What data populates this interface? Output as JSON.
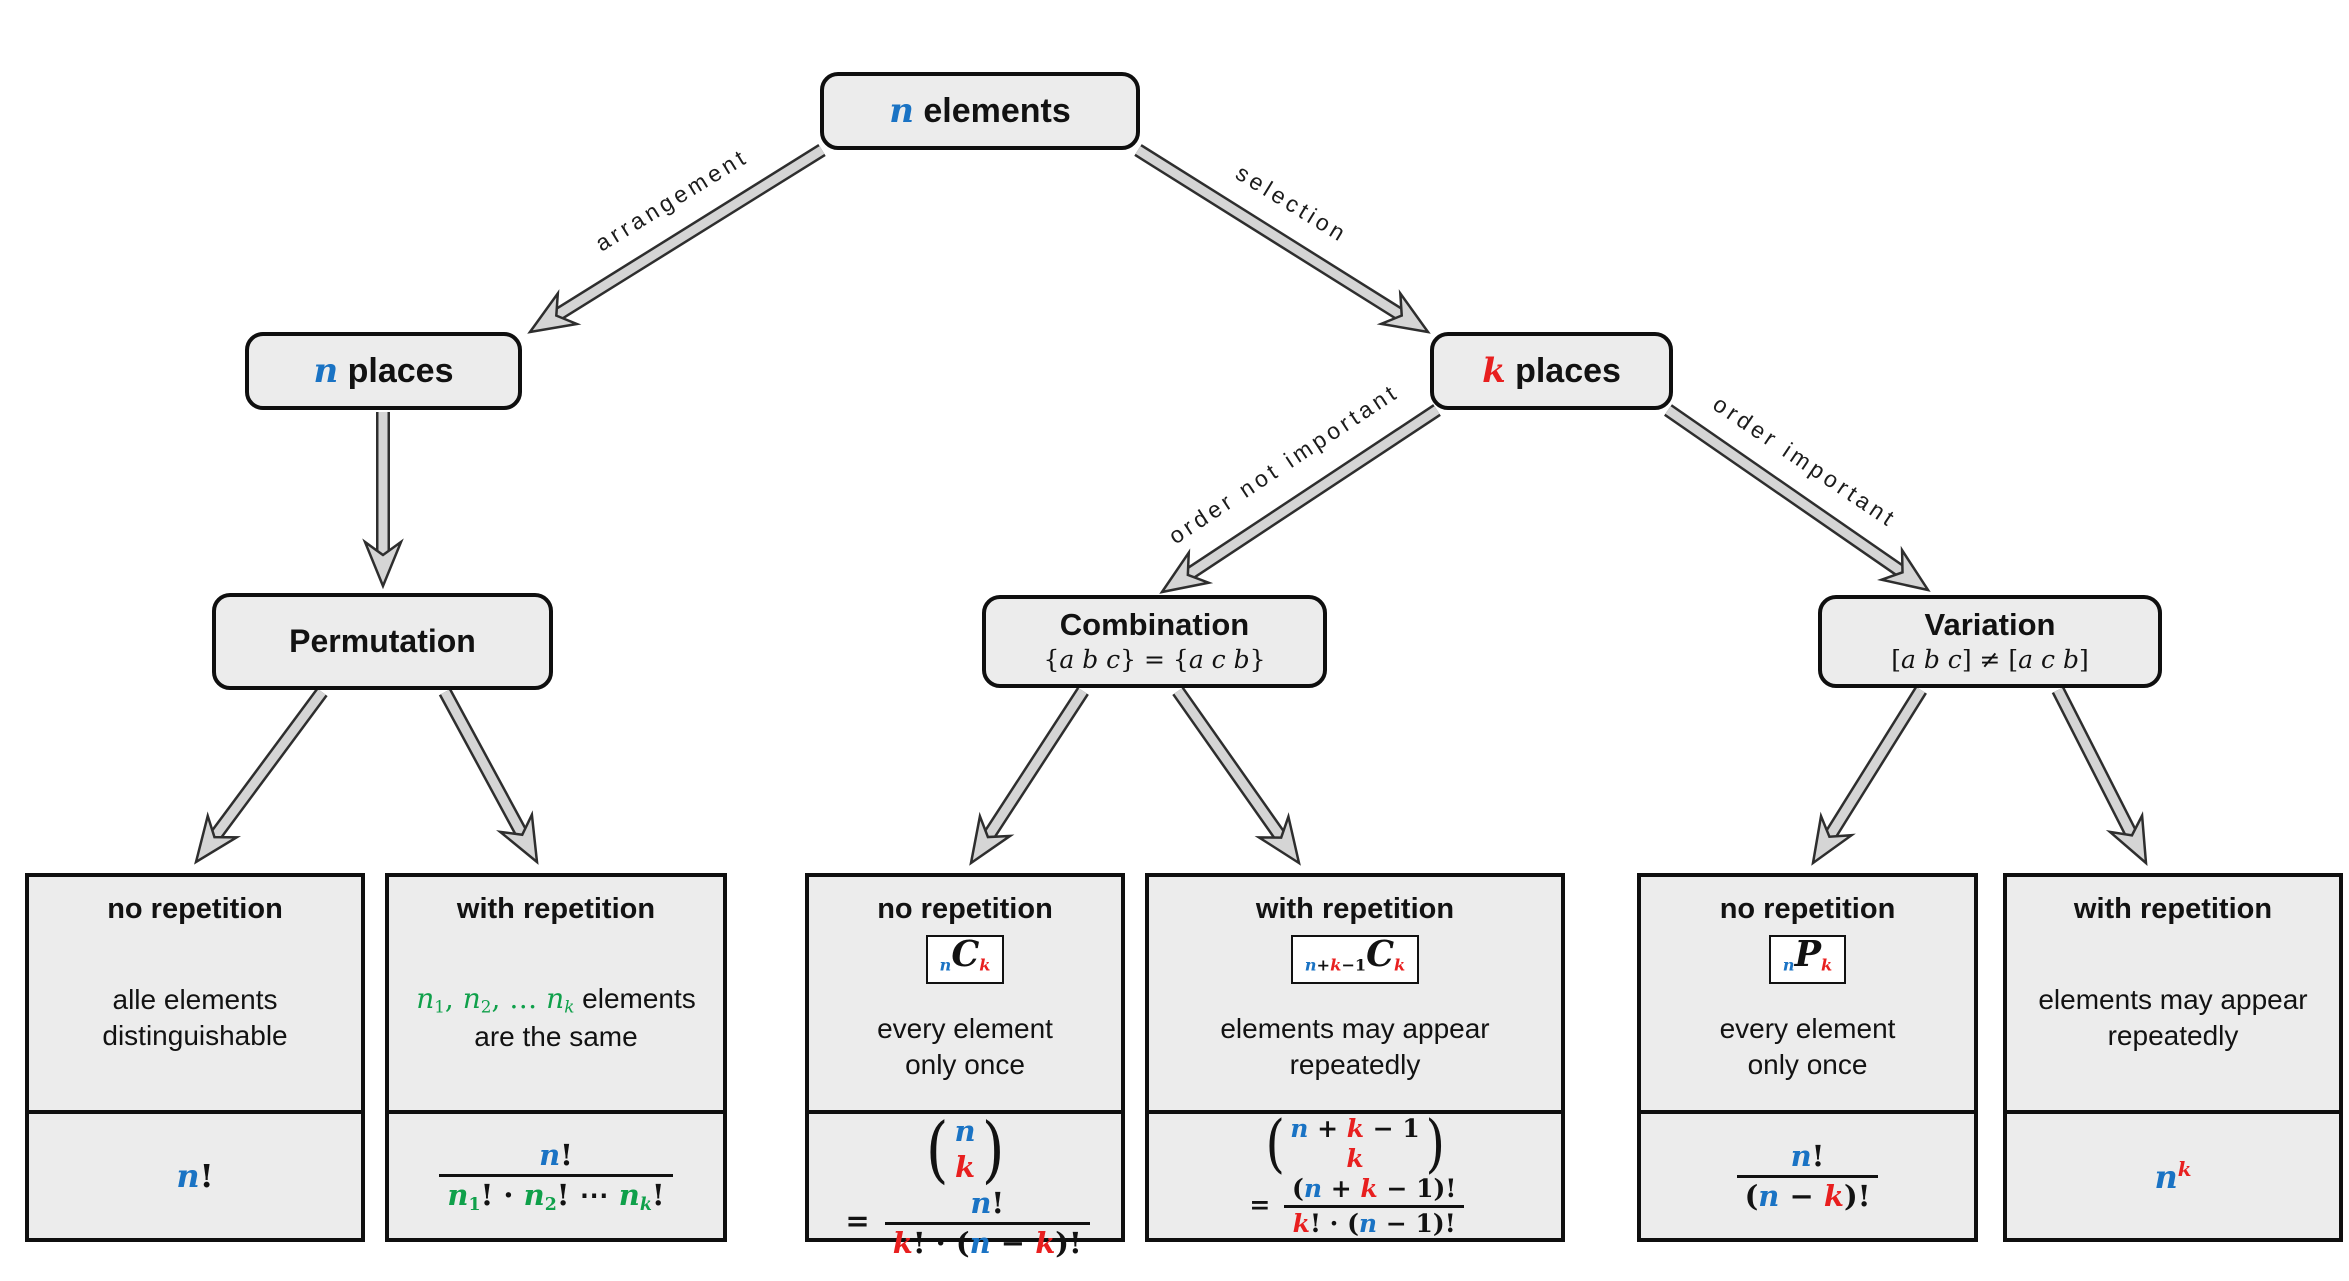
{
  "colors": {
    "blue": "#1a73c4",
    "red": "#e81f1f",
    "green": "#0fa04a",
    "ink": "#121212",
    "node_fill": "#ececec",
    "arrow_fill": "#d5d5d5",
    "arrow_edge": "#2e2e2e"
  },
  "edges": {
    "arrangement": "arrangement",
    "selection": "selection",
    "order_not_important": "order not important",
    "order_important": "order important"
  },
  "nodes": {
    "root": {
      "label": [
        {
          "t": "n",
          "c": "blue",
          "i": 1,
          "b": 1,
          "m": 1
        },
        {
          "t": " elements",
          "b": 1
        }
      ]
    },
    "n_places": {
      "label": [
        {
          "t": "n",
          "c": "blue",
          "i": 1,
          "b": 1,
          "m": 1
        },
        {
          "t": " places",
          "b": 1
        }
      ]
    },
    "k_places": {
      "label": [
        {
          "t": "k",
          "c": "red",
          "i": 1,
          "b": 1,
          "m": 1
        },
        {
          "t": " places",
          "b": 1
        }
      ]
    },
    "permutation": {
      "title": "Permutation"
    },
    "combination": {
      "title": "Combination",
      "subtitle": [
        {
          "t": "{",
          "m": 1
        },
        {
          "t": "a b c",
          "i": 1,
          "m": 1
        },
        {
          "t": "} = {",
          "m": 1
        },
        {
          "t": "a c b",
          "i": 1,
          "m": 1
        },
        {
          "t": "}",
          "m": 1
        }
      ]
    },
    "variation": {
      "title": "Variation",
      "subtitle": [
        {
          "t": "[",
          "m": 1
        },
        {
          "t": "a b c",
          "i": 1,
          "m": 1
        },
        {
          "t": "] ≠ [",
          "m": 1
        },
        {
          "t": "a c b",
          "i": 1,
          "m": 1
        },
        {
          "t": "]",
          "m": 1
        }
      ]
    }
  },
  "leaves": [
    {
      "title": "no repetition",
      "desc": [
        {
          "t": "alle elements"
        },
        {
          "br": 1
        },
        {
          "t": "distinguishable"
        }
      ],
      "formula": [
        {
          "t": "n",
          "c": "blue",
          "i": 1,
          "b": 1,
          "m": 1
        },
        {
          "t": "!",
          "b": 1,
          "m": 1
        }
      ]
    },
    {
      "title": "with repetition",
      "desc": [
        {
          "t": "n",
          "c": "green",
          "i": 1,
          "m": 1
        },
        {
          "t": "1",
          "c": "green",
          "sub": 1,
          "m": 1
        },
        {
          "t": ", ",
          "c": "green",
          "m": 1
        },
        {
          "t": "n",
          "c": "green",
          "i": 1,
          "m": 1
        },
        {
          "t": "2",
          "c": "green",
          "sub": 1,
          "m": 1
        },
        {
          "t": ", … ",
          "c": "green",
          "m": 1
        },
        {
          "t": "n",
          "c": "green",
          "i": 1,
          "m": 1
        },
        {
          "t": "k",
          "c": "green",
          "i": 1,
          "sub": 1,
          "m": 1
        },
        {
          "t": " elements"
        },
        {
          "br": 1
        },
        {
          "t": "are the same"
        }
      ],
      "formula": [
        {
          "frac": {
            "num": [
              {
                "t": "n",
                "c": "blue",
                "i": 1,
                "b": 1,
                "m": 1
              },
              {
                "t": "!",
                "b": 1,
                "m": 1
              }
            ],
            "den": [
              {
                "t": "n",
                "c": "green",
                "i": 1,
                "b": 1,
                "m": 1
              },
              {
                "t": "1",
                "c": "green",
                "sub": 1,
                "b": 1,
                "m": 1
              },
              {
                "t": "! · ",
                "b": 1,
                "m": 1
              },
              {
                "t": "n",
                "c": "green",
                "i": 1,
                "b": 1,
                "m": 1
              },
              {
                "t": "2",
                "c": "green",
                "sub": 1,
                "b": 1,
                "m": 1
              },
              {
                "t": "! ⋯ ",
                "b": 1,
                "m": 1
              },
              {
                "t": "n",
                "c": "green",
                "i": 1,
                "b": 1,
                "m": 1
              },
              {
                "t": "k",
                "c": "green",
                "i": 1,
                "sub": 1,
                "b": 1,
                "m": 1
              },
              {
                "t": "!",
                "b": 1,
                "m": 1
              }
            ]
          }
        }
      ]
    },
    {
      "title": "no repetition",
      "notation": [
        {
          "t": "n",
          "c": "blue",
          "i": 1,
          "b": 1,
          "sub": 1,
          "m": 1
        },
        {
          "t": "C",
          "i": 1,
          "b": 1,
          "m": 1,
          "big": 1
        },
        {
          "t": "k",
          "c": "red",
          "i": 1,
          "b": 1,
          "sub": 1,
          "m": 1
        }
      ],
      "desc": [
        {
          "t": "every element"
        },
        {
          "br": 1
        },
        {
          "t": "only once"
        }
      ],
      "formula": [
        {
          "binom": {
            "top": [
              {
                "t": "n",
                "c": "blue",
                "i": 1,
                "b": 1,
                "m": 1
              }
            ],
            "bot": [
              {
                "t": "k",
                "c": "red",
                "i": 1,
                "b": 1,
                "m": 1
              }
            ]
          }
        },
        {
          "t": " = ",
          "b": 1,
          "m": 1
        },
        {
          "frac": {
            "num": [
              {
                "t": "n",
                "c": "blue",
                "i": 1,
                "b": 1,
                "m": 1
              },
              {
                "t": "!",
                "b": 1,
                "m": 1
              }
            ],
            "den": [
              {
                "t": "k",
                "c": "red",
                "i": 1,
                "b": 1,
                "m": 1
              },
              {
                "t": "! · (",
                "b": 1,
                "m": 1
              },
              {
                "t": "n",
                "c": "blue",
                "i": 1,
                "b": 1,
                "m": 1
              },
              {
                "t": " − ",
                "b": 1,
                "m": 1
              },
              {
                "t": "k",
                "c": "red",
                "i": 1,
                "b": 1,
                "m": 1
              },
              {
                "t": ")!",
                "b": 1,
                "m": 1
              }
            ]
          }
        }
      ]
    },
    {
      "title": "with repetition",
      "notation": [
        {
          "t": "n",
          "c": "blue",
          "i": 1,
          "b": 1,
          "sub": 1,
          "m": 1
        },
        {
          "t": "+",
          "b": 1,
          "sub": 1,
          "m": 1
        },
        {
          "t": "k",
          "c": "red",
          "i": 1,
          "b": 1,
          "sub": 1,
          "m": 1
        },
        {
          "t": "−1",
          "b": 1,
          "sub": 1,
          "m": 1
        },
        {
          "t": "C",
          "i": 1,
          "b": 1,
          "m": 1,
          "big": 1
        },
        {
          "t": "k",
          "c": "red",
          "i": 1,
          "b": 1,
          "sub": 1,
          "m": 1
        }
      ],
      "desc": [
        {
          "t": "elements may appear"
        },
        {
          "br": 1
        },
        {
          "t": "repeatedly"
        }
      ],
      "formula": [
        {
          "binom": {
            "top": [
              {
                "t": "n",
                "c": "blue",
                "i": 1,
                "b": 1,
                "m": 1
              },
              {
                "t": " + ",
                "b": 1,
                "m": 1
              },
              {
                "t": "k",
                "c": "red",
                "i": 1,
                "b": 1,
                "m": 1
              },
              {
                "t": " − 1",
                "b": 1,
                "m": 1
              }
            ],
            "bot": [
              {
                "t": "k",
                "c": "red",
                "i": 1,
                "b": 1,
                "m": 1
              }
            ]
          }
        },
        {
          "t": " = ",
          "b": 1,
          "m": 1
        },
        {
          "frac": {
            "num": [
              {
                "t": "(",
                "b": 1,
                "m": 1
              },
              {
                "t": "n",
                "c": "blue",
                "i": 1,
                "b": 1,
                "m": 1
              },
              {
                "t": " + ",
                "b": 1,
                "m": 1
              },
              {
                "t": "k",
                "c": "red",
                "i": 1,
                "b": 1,
                "m": 1
              },
              {
                "t": " − 1)!",
                "b": 1,
                "m": 1
              }
            ],
            "den": [
              {
                "t": "k",
                "c": "red",
                "i": 1,
                "b": 1,
                "m": 1
              },
              {
                "t": "! · (",
                "b": 1,
                "m": 1
              },
              {
                "t": "n",
                "c": "blue",
                "i": 1,
                "b": 1,
                "m": 1
              },
              {
                "t": " − 1)!",
                "b": 1,
                "m": 1
              }
            ]
          }
        }
      ]
    },
    {
      "title": "no repetition",
      "notation": [
        {
          "t": "n",
          "c": "blue",
          "i": 1,
          "b": 1,
          "sub": 1,
          "m": 1
        },
        {
          "t": "P",
          "i": 1,
          "b": 1,
          "m": 1,
          "big": 1
        },
        {
          "t": "k",
          "c": "red",
          "i": 1,
          "b": 1,
          "sub": 1,
          "m": 1
        }
      ],
      "desc": [
        {
          "t": "every element"
        },
        {
          "br": 1
        },
        {
          "t": "only once"
        }
      ],
      "formula": [
        {
          "frac": {
            "num": [
              {
                "t": "n",
                "c": "blue",
                "i": 1,
                "b": 1,
                "m": 1
              },
              {
                "t": "!",
                "b": 1,
                "m": 1
              }
            ],
            "den": [
              {
                "t": "(",
                "b": 1,
                "m": 1
              },
              {
                "t": "n",
                "c": "blue",
                "i": 1,
                "b": 1,
                "m": 1
              },
              {
                "t": " − ",
                "b": 1,
                "m": 1
              },
              {
                "t": "k",
                "c": "red",
                "i": 1,
                "b": 1,
                "m": 1
              },
              {
                "t": ")!",
                "b": 1,
                "m": 1
              }
            ]
          }
        }
      ]
    },
    {
      "title": "with repetition",
      "desc": [
        {
          "t": "elements may appear"
        },
        {
          "br": 1
        },
        {
          "t": "repeatedly"
        }
      ],
      "formula": [
        {
          "t": "n",
          "c": "blue",
          "i": 1,
          "b": 1,
          "m": 1
        },
        {
          "t": "k",
          "c": "red",
          "i": 1,
          "b": 1,
          "sup": 1,
          "m": 1
        }
      ]
    }
  ]
}
